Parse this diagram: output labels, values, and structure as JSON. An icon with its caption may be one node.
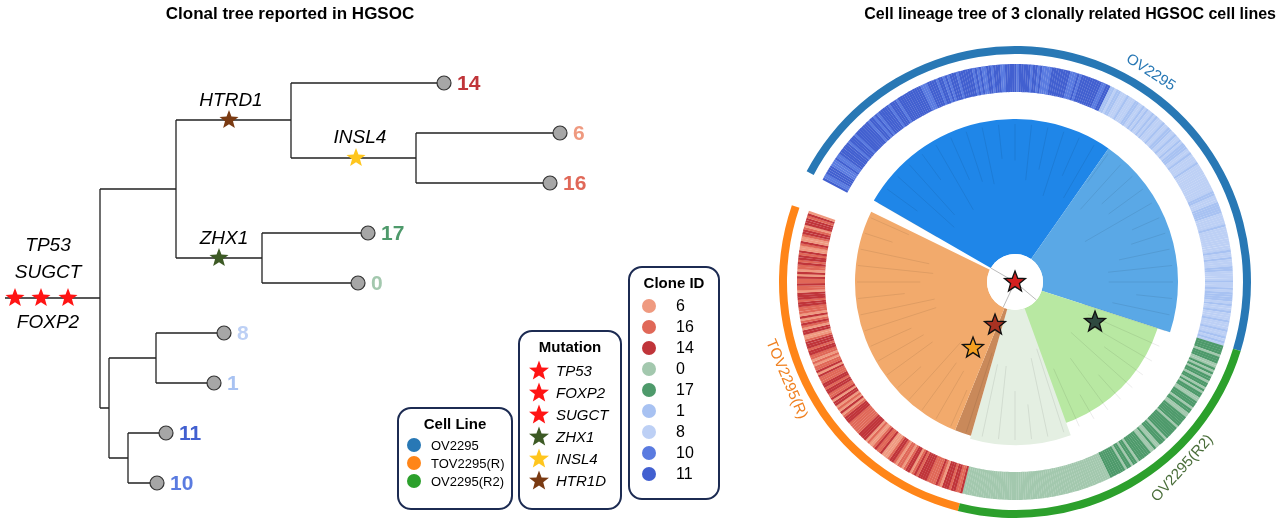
{
  "diagram": {
    "labels": [
      "Clonal tree reported in HGSOC",
      "Cell lineage tree of 3 clonally related HGSOC cell lines",
      "TP53",
      "SUGCT",
      "FOXP2",
      "HTRD1",
      "INSL4",
      "ZHX1",
      "14",
      "6",
      "16",
      "17",
      "0",
      "8",
      "1",
      "11",
      "10",
      "Cell Line",
      "Mutation",
      "Clone ID",
      "OV2295",
      "TOV2295(R)",
      "OV2295(R2)"
    ],
    "legend": [
      {
        "text": "OV2295",
        "color": "#2878b5"
      },
      {
        "text": "TOV2295(R)",
        "color": "#ff8518"
      },
      {
        "text": "OV2295(R2)",
        "color": "#2ca02c"
      },
      {
        "text": "TP53"
      },
      {
        "text": "FOXP2"
      },
      {
        "text": "SUGCT"
      },
      {
        "text": "ZHX1"
      },
      {
        "text": "INSL4"
      },
      {
        "text": "HTR1D"
      },
      {
        "text": "6",
        "color": "#ef9a80"
      },
      {
        "text": "16",
        "color": "#e06858"
      },
      {
        "text": "14",
        "color": "#c0353a"
      },
      {
        "text": "0",
        "color": "#a3c8ae"
      },
      {
        "text": "17",
        "color": "#4e9a6b"
      },
      {
        "text": "1",
        "color": "#a8c2f2"
      },
      {
        "text": "8",
        "color": "#bdd0f5"
      },
      {
        "text": "10",
        "color": "#5a7be0"
      },
      {
        "text": "11",
        "color": "#4260d0"
      }
    ]
  }
}
